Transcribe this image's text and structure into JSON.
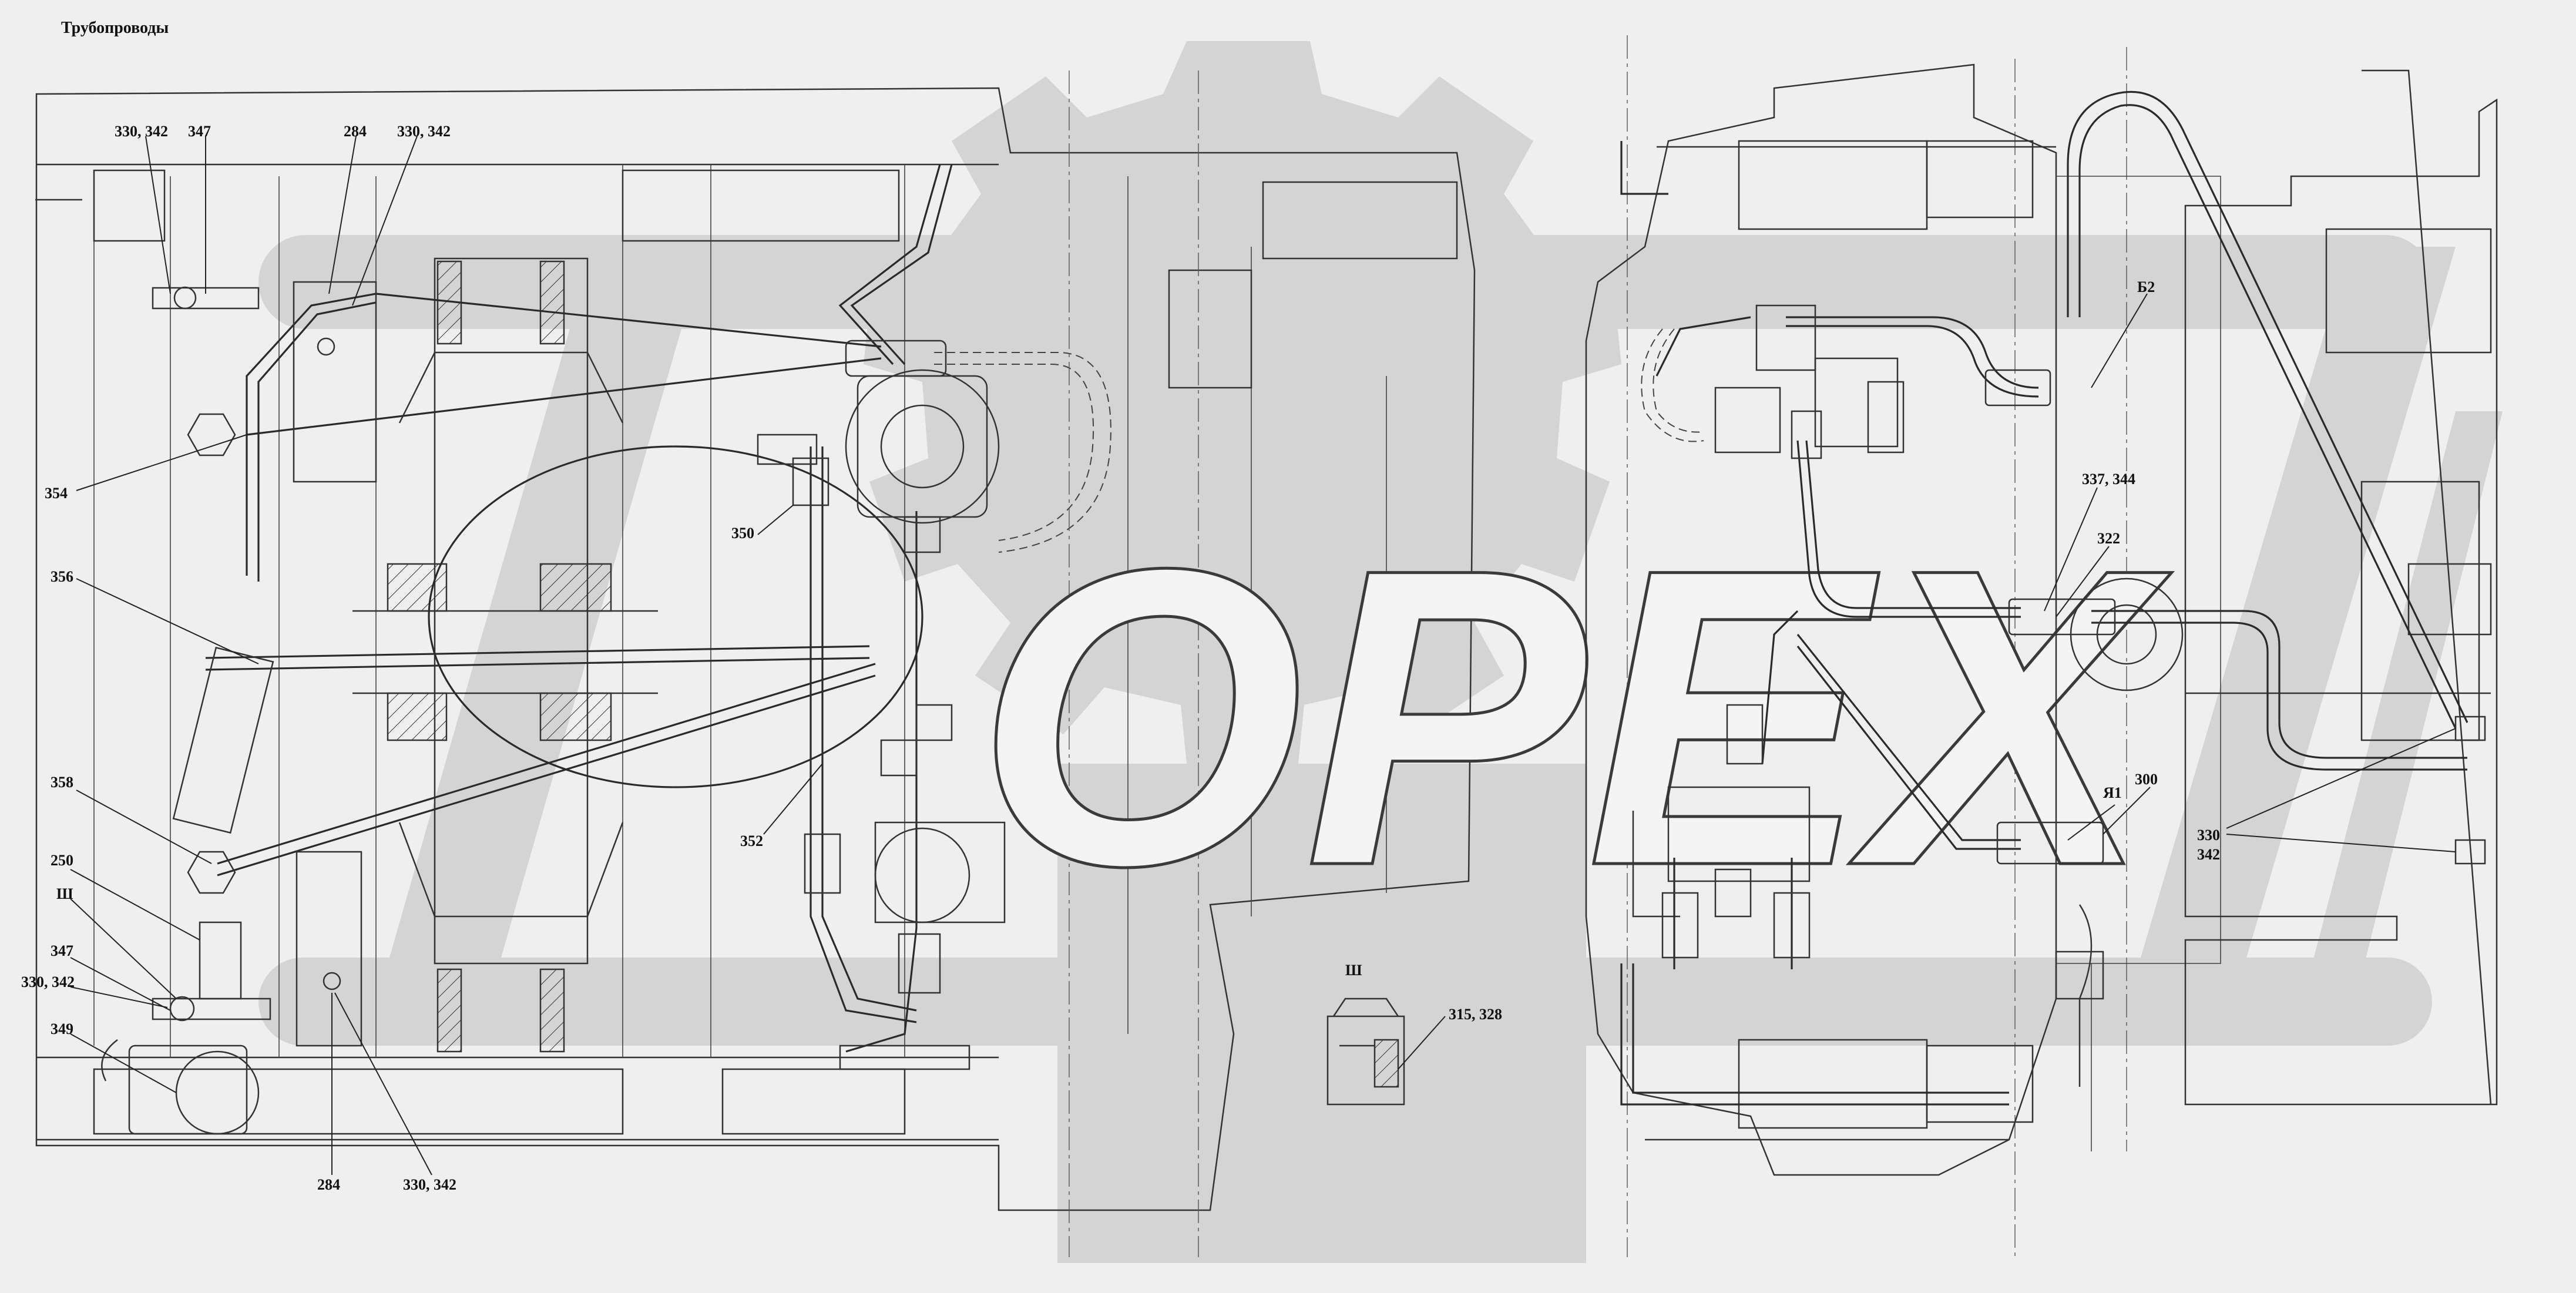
{
  "title": "Трубопроводы",
  "watermark": "OPEX",
  "callouts": [
    {
      "id": "c1",
      "text": "330, 342"
    },
    {
      "id": "c2",
      "text": "347"
    },
    {
      "id": "c3",
      "text": "284"
    },
    {
      "id": "c4",
      "text": "330, 342"
    },
    {
      "id": "c5",
      "text": "354"
    },
    {
      "id": "c6",
      "text": "356"
    },
    {
      "id": "c7",
      "text": "358"
    },
    {
      "id": "c8",
      "text": "250"
    },
    {
      "id": "c9",
      "text": "Ш"
    },
    {
      "id": "c10",
      "text": "347"
    },
    {
      "id": "c11",
      "text": "330, 342"
    },
    {
      "id": "c12",
      "text": "349"
    },
    {
      "id": "c13",
      "text": "284"
    },
    {
      "id": "c14",
      "text": "330, 342"
    },
    {
      "id": "c15",
      "text": "350"
    },
    {
      "id": "c16",
      "text": "352"
    },
    {
      "id": "c17",
      "text": "Ш"
    },
    {
      "id": "c18",
      "text": "315, 328"
    },
    {
      "id": "c19",
      "text": "Б2"
    },
    {
      "id": "c20",
      "text": "337, 344"
    },
    {
      "id": "c21",
      "text": "322"
    },
    {
      "id": "c22",
      "text": "Я1"
    },
    {
      "id": "c23",
      "text": "300"
    },
    {
      "id": "c24",
      "text": "330"
    },
    {
      "id": "c25",
      "text": "342"
    }
  ]
}
